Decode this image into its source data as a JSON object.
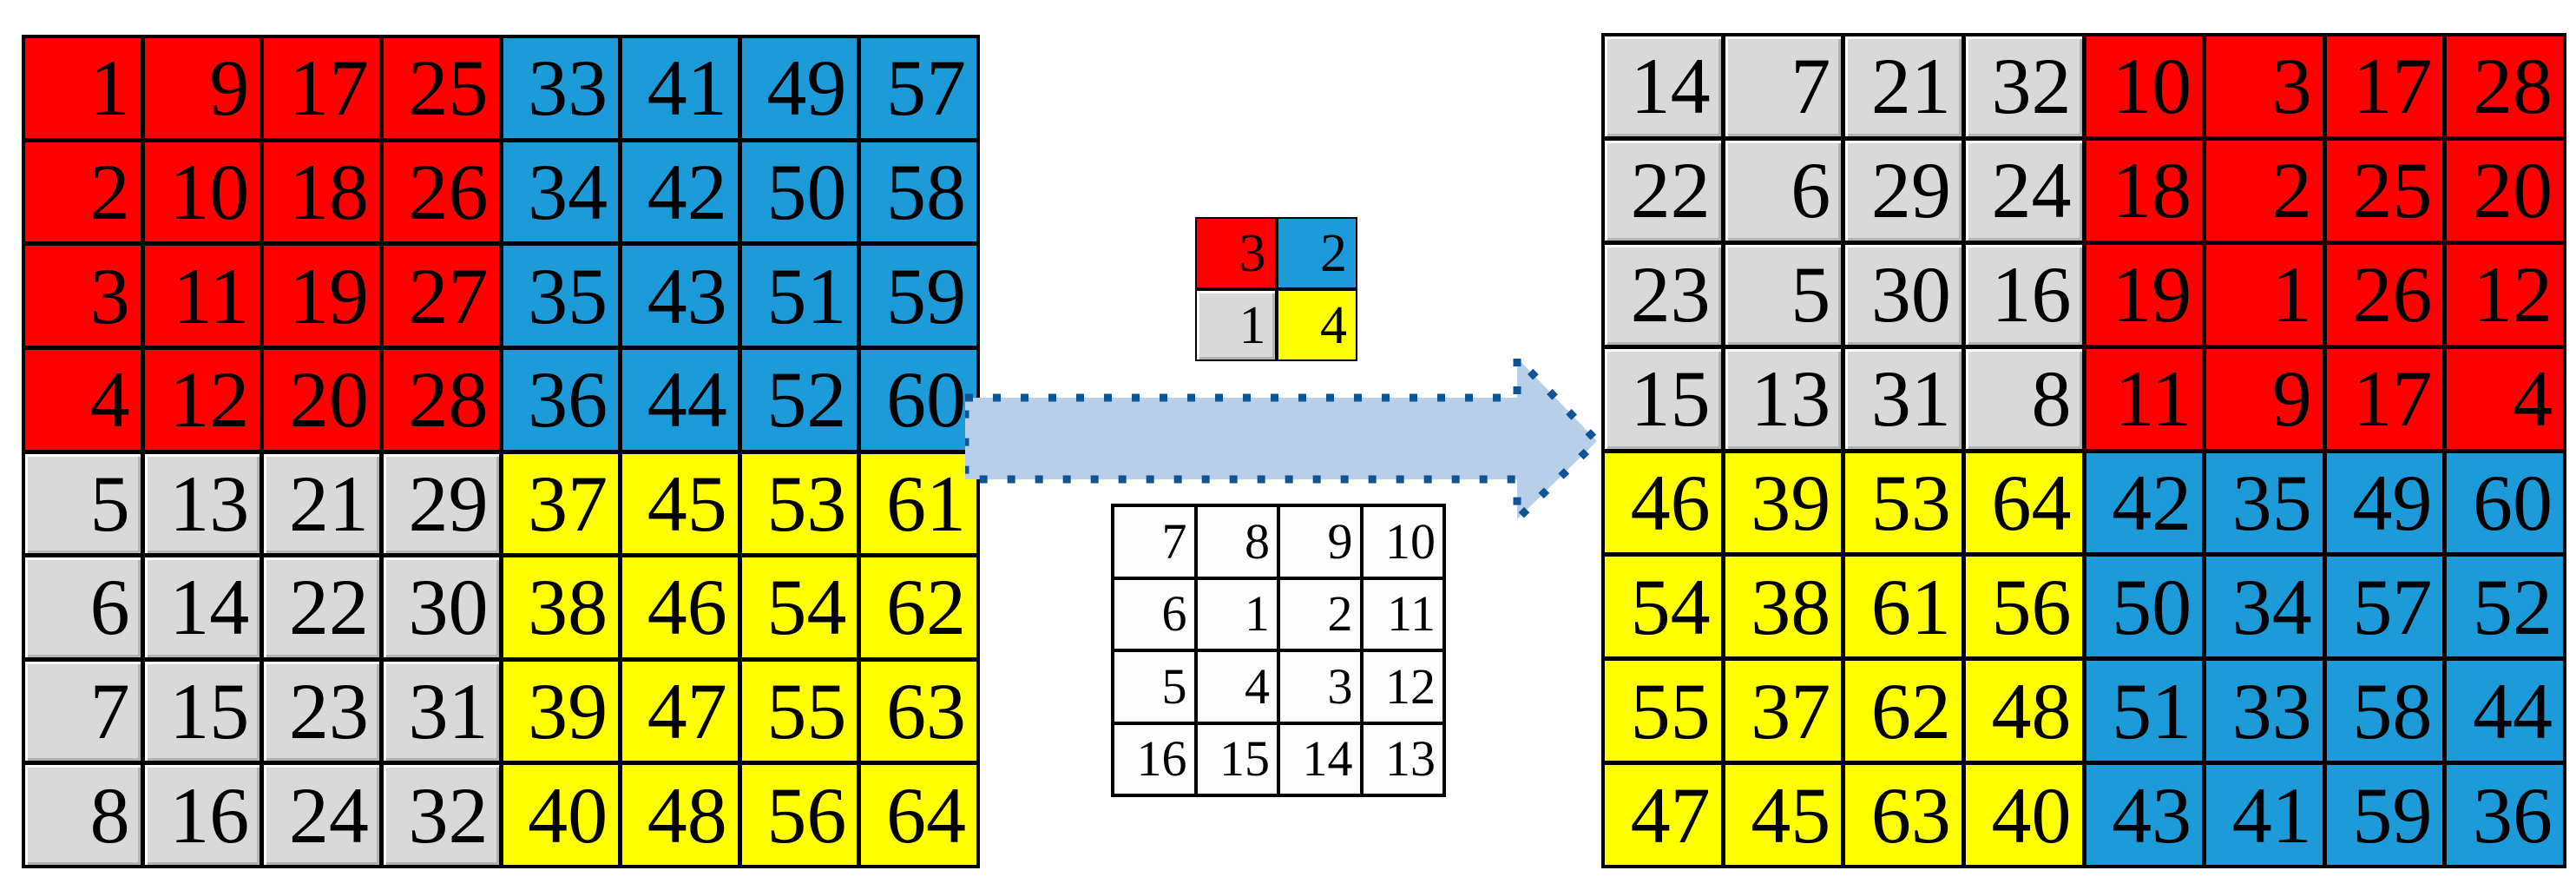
{
  "colors": {
    "background": "#ffffff",
    "red": "#fe0000",
    "blue": "#1d9bd9",
    "gray": "#d9d9d9",
    "yellow": "#ffff00",
    "white_cell": "#fdfdfd",
    "grid_border": "#000000",
    "text": "#000000",
    "arrow_fill": "#b7cfe9",
    "arrow_stroke": "#0f5499"
  },
  "left_grid": {
    "rows": [
      [
        1,
        9,
        17,
        25,
        33,
        41,
        49,
        57
      ],
      [
        2,
        10,
        18,
        26,
        34,
        42,
        50,
        58
      ],
      [
        3,
        11,
        19,
        27,
        35,
        43,
        51,
        59
      ],
      [
        4,
        12,
        20,
        28,
        36,
        44,
        52,
        60
      ],
      [
        5,
        13,
        21,
        29,
        37,
        45,
        53,
        61
      ],
      [
        6,
        14,
        22,
        30,
        38,
        46,
        54,
        62
      ],
      [
        7,
        15,
        23,
        31,
        39,
        47,
        55,
        63
      ],
      [
        8,
        16,
        24,
        32,
        40,
        48,
        56,
        64
      ]
    ],
    "quadrants": {
      "top_left": "red",
      "top_right": "blue",
      "bottom_left": "gray",
      "bottom_right": "yellow"
    }
  },
  "key_grid": {
    "rows": [
      [
        3,
        2
      ],
      [
        1,
        4
      ]
    ],
    "cell_colors": [
      [
        "red",
        "blue"
      ],
      [
        "gray",
        "yellow"
      ]
    ]
  },
  "order_grid": {
    "rows": [
      [
        7,
        8,
        9,
        10
      ],
      [
        6,
        1,
        2,
        11
      ],
      [
        5,
        4,
        3,
        12
      ],
      [
        16,
        15,
        14,
        13
      ]
    ]
  },
  "arrow": {
    "icon": "right-arrow-icon",
    "direction": "right"
  },
  "right_grid": {
    "rows": [
      [
        14,
        7,
        21,
        32,
        10,
        3,
        17,
        28
      ],
      [
        22,
        6,
        29,
        24,
        18,
        2,
        25,
        20
      ],
      [
        23,
        5,
        30,
        16,
        19,
        1,
        26,
        12
      ],
      [
        15,
        13,
        31,
        8,
        11,
        9,
        17,
        4
      ],
      [
        46,
        39,
        53,
        64,
        42,
        35,
        49,
        60
      ],
      [
        54,
        38,
        61,
        56,
        50,
        34,
        57,
        52
      ],
      [
        55,
        37,
        62,
        48,
        51,
        33,
        58,
        44
      ],
      [
        47,
        45,
        63,
        40,
        43,
        41,
        59,
        36
      ]
    ],
    "quadrants": {
      "top_left": "gray",
      "top_right": "red",
      "bottom_left": "yellow",
      "bottom_right": "blue"
    }
  }
}
